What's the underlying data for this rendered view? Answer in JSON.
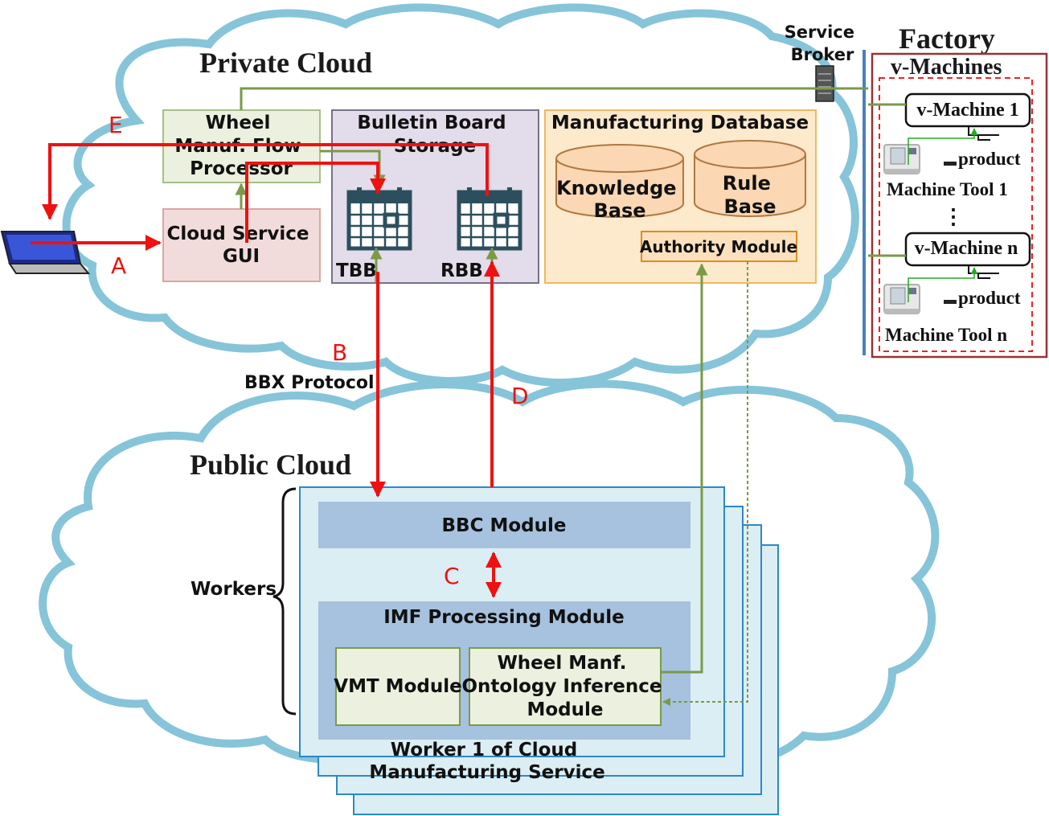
{
  "private_cloud": {
    "title": "Private Cloud",
    "wheel_processor": [
      "Wheel",
      "Manuf. Flow",
      "Processor"
    ],
    "cloud_gui": [
      "Cloud Service",
      "GUI"
    ],
    "bulletin": [
      "Bulletin Board",
      "Storage"
    ],
    "tbb": "TBB",
    "rbb": "RBB",
    "mfg_db": "Manufacturing Database",
    "knowledge_base": [
      "Knowledge",
      "Base"
    ],
    "rule_base": [
      "Rule",
      "Base"
    ],
    "authority": "Authority Module"
  },
  "service_broker": [
    "Service",
    "Broker"
  ],
  "factory": {
    "title": "Factory",
    "v_machines": "v-Machines",
    "v_machine_1": "v-Machine 1",
    "v_machine_n": "v-Machine n",
    "product": "product",
    "tool_1": "Machine Tool 1",
    "tool_n": "Machine Tool n",
    "ellipsis": "⋮"
  },
  "public_cloud": {
    "title": "Public Cloud",
    "workers": "Workers",
    "bbc": "BBC Module",
    "imf": "IMF Processing Module",
    "vmt": "VMT Module",
    "ontology": [
      "Wheel Manf.",
      "Ontology Inference",
      "Module"
    ],
    "worker_caption": [
      "Worker 1 of Cloud",
      "Manufacturing Service"
    ]
  },
  "protocol": "BBX Protocol",
  "flow_labels": {
    "a": "A",
    "b": "B",
    "c": "C",
    "d": "D",
    "e": "E"
  },
  "colors": {
    "cloud_outline": "#86c4d9",
    "flow_red": "#ee1111",
    "link_green": "#7a9a48",
    "wheel_fill": "#ebf1de",
    "gui_fill": "#f2dcdb",
    "bulletin_fill": "#e3dcea",
    "db_fill": "#fde9cb",
    "worker_fill": "#dbeef4",
    "module_fill": "#a6c2de",
    "factory_border": "#993333"
  }
}
